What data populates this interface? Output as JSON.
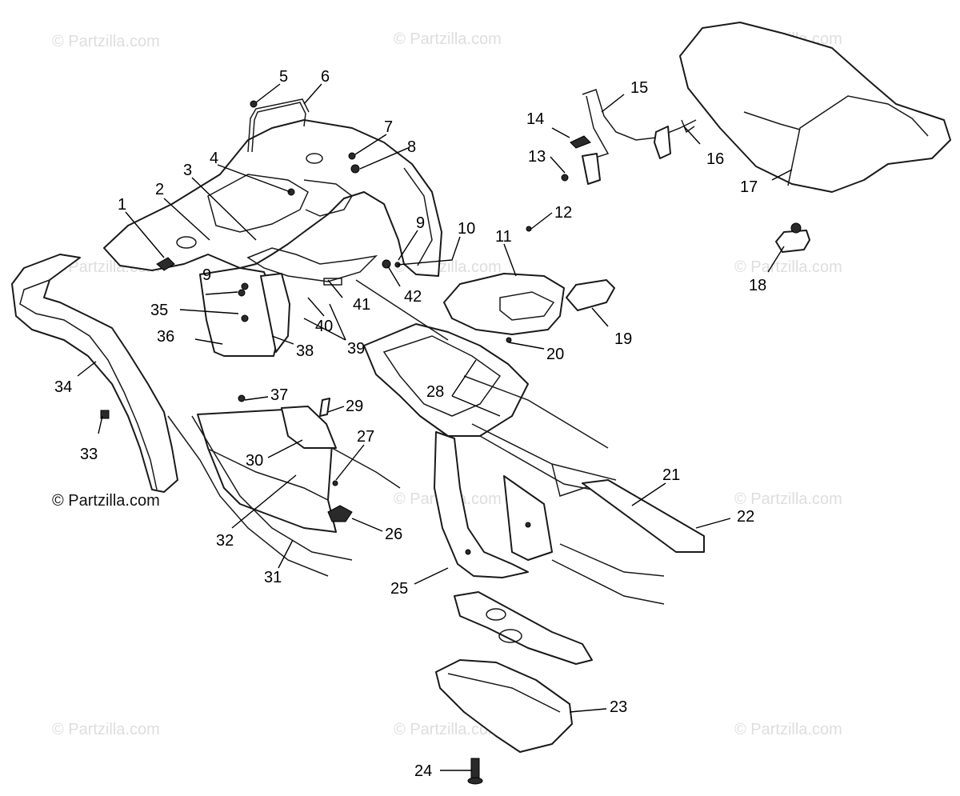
{
  "watermark": "© Partzilla.com",
  "copyright": "© Partzilla.com",
  "callouts": [
    "1",
    "2",
    "3",
    "4",
    "5",
    "6",
    "7",
    "8",
    "9",
    "9",
    "10",
    "11",
    "12",
    "13",
    "14",
    "15",
    "16",
    "17",
    "18",
    "19",
    "20",
    "21",
    "22",
    "23",
    "24",
    "25",
    "26",
    "27",
    "28",
    "29",
    "30",
    "31",
    "32",
    "33",
    "34",
    "35",
    "36",
    "37",
    "38",
    "39",
    "40",
    "41",
    "42"
  ]
}
